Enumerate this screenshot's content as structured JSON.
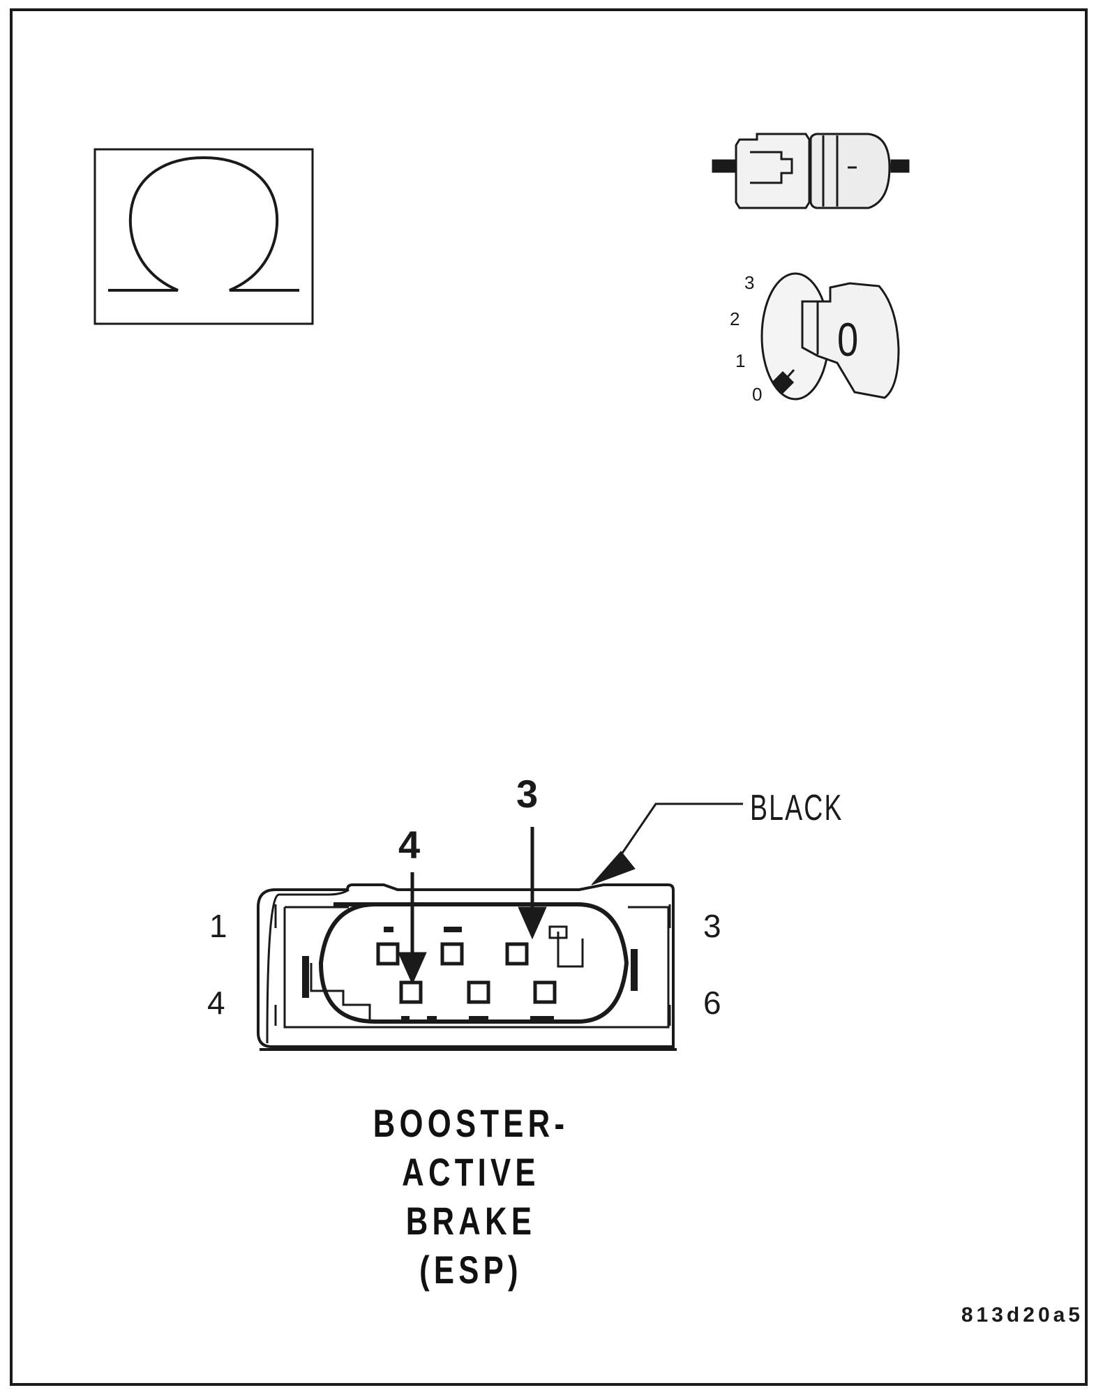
{
  "connector": {
    "pin_labels": {
      "top_left": "1",
      "bottom_left": "4",
      "top_right": "3",
      "bottom_right": "6"
    },
    "callouts": [
      "3",
      "4"
    ],
    "color_label": "BLACK",
    "title_lines": [
      "BOOSTER-",
      "ACTIVE BRAKE",
      "(ESP)"
    ]
  },
  "ignition": {
    "positions": [
      "3",
      "2",
      "1",
      "0"
    ],
    "key_glyph": "0"
  },
  "icons": {
    "meter": "ohm-symbol-icon",
    "disconnect": "connector-disconnect-icon",
    "ignition": "ignition-key-icon"
  },
  "figure_code": "813d20a5"
}
